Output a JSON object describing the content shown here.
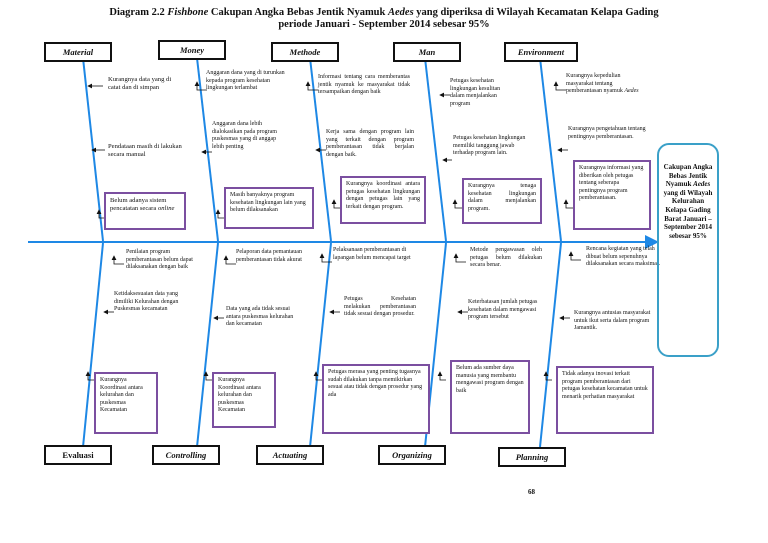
{
  "title": {
    "prefix": "Diagram 2.2 ",
    "italic": "Fishbone",
    "mid": " Cakupan Angka Bebas Jentik Nyamuk ",
    "italic2": "Aedes",
    "suffix": " yang diperiksa di Wilayah Kecamatan Kelapa Gading",
    "line2": "periode Januari - September 2014 sebesar 95%"
  },
  "categories": {
    "material": "Material",
    "money": "Money",
    "methode": "Methode",
    "man": "Man",
    "environment": "Environment",
    "evaluasi": "Evaluasi",
    "controlling": "Controlling",
    "actuating": "Actuating",
    "organizing": "Organizing",
    "planning": "Planning"
  },
  "material": {
    "cause1": "Kurangnya data yang di catat dan di simpan",
    "cause2": "Pendataan masih di lakukan secara manual",
    "root_main": "Belum adanya sistem pencatatan secara ",
    "root_italic": "online"
  },
  "money": {
    "cause1": "Anggaran dana yang di turunkan kepada program kesehatan lingkungan terlambat",
    "cause2": "Anggaran dana lebih dialokasikan pada program puskesmas yang di anggap lebih penting",
    "root": "Masih banyaknya program kesehatan lingkungan lain yang belum dilaksanakan"
  },
  "methode": {
    "cause1": "Informasi tentang cara memberantas jentik nyamuk ke masyarakat tidak tersampaikan dengan baik",
    "cause2": "Kerja sama dengan program lain yang terkait dengan program pemberantasan tidak berjalan dengan baik.",
    "root": "Kurangnya koordinasi antara petugas kesehatan lingkungan dengan petugas lain yang terkait dengan program."
  },
  "man": {
    "cause1": "Petugas kesehatan lingkungan kesulitan dalam menjalankan program",
    "cause2": "Petugas kesehatan lingkungan memiliki tanggung jawab terhadap program lain.",
    "root": "Kurangnya tenaga kesehatan lingkungan dalam menjalankan program."
  },
  "environment": {
    "cause1": "Kurangnya kepedulian masyarakat tentang pemberantasan nyamuk ",
    "cause1_italic": "Aedes",
    "cause2": "Kurangnya pengetahuan tentang pentingnya pemberantasan.",
    "root": "Kurangnya informasi yang diberikan oleh petugas tentang seberapa pentingnya program pemberantasan."
  },
  "evaluasi": {
    "cause1": "Penilaian program pemberantasan belum dapat dilaksanakan dengan baik",
    "cause2": "Ketidaksesuaian data yang dimiliki Kelurahan dengan Puskesmas kecamatan",
    "root": "Kurangnya Koordinasi antara kelurahan dan puskesmas Kecamatan"
  },
  "controlling": {
    "cause1": "Pelaporan data pemantauan pemberantasan tidak akurat",
    "cause2": "Data yang ada tidak sesuai antara puskesmas kelurahan dan kecamatan",
    "root": "Kurangnya Koordinasi antara kelurahan dan puskesmas Kecamatan"
  },
  "actuating": {
    "cause1": "Pelaksanaan pemberantasan di lapangan belum mencapai target",
    "cause2": "Petugas Kesehatan melakukan pemberantasan tidak sesuai dengan prosedur.",
    "root": "Petugas merasa yang penting tugasnya sudah dilakukan tanpa memikirkan sesuai atau tidak dengan prosedur yang ada"
  },
  "organizing": {
    "cause1": "Metode pengawasan oleh petugas belum dilakukan secara benar.",
    "cause2": "Keterbatasan jumlah petugas kesehatan dalam mengawasi program tersebut",
    "root": "Belum ada sumber daya manusia yang membantu mengawasi program dengan baik"
  },
  "planning": {
    "cause1": "Rencana kegiatan yang telah dibuat belum sepenuhnya dilaksanakan secara maksimal.",
    "cause2": "Kurangnya antusias masyarakat untuk ikut serta dalam program Jamantik.",
    "root": "Tidak adanya inovasi terkait program pemberantasan dari petugas kesehatan kecamatan untuk menarik perhatian masyarakat"
  },
  "effect": {
    "part1": "Cakupan Angka Bebas Jentik Nyamuk ",
    "italic": "Aedes",
    "part2": " yang di Wilayah Kelurahan Kelapa Gading Barat Januari – September 2014 sebesar 95%"
  },
  "page_number": "68",
  "colors": {
    "spine": "#1e88e5",
    "root_box": "#7b4fa0",
    "effect_border": "#3aa0c8",
    "arrow": "#111111"
  }
}
